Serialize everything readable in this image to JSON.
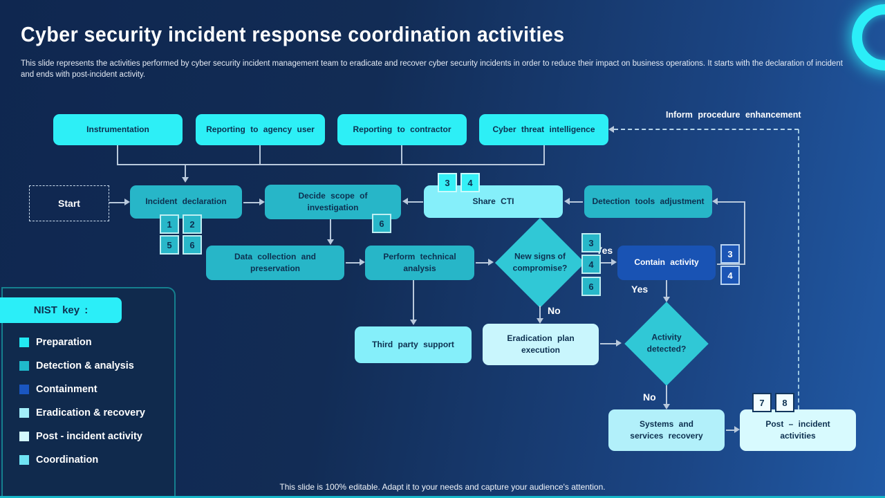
{
  "slide": {
    "title": "Cyber security incident response coordination activities",
    "description": "This slide represents the activities performed by cyber security incident management team to eradicate and recover cyber security incidents in order to reduce their impact on business operations. It starts with the declaration of incident and ends with post-incident activity.",
    "footer": "This slide is 100% editable. Adapt it to your needs and capture your audience's attention."
  },
  "top_row": {
    "instrumentation": "Instrumentation",
    "agency": "Reporting to agency user",
    "contractor": "Reporting to contractor",
    "cti": "Cyber threat intelligence"
  },
  "flow": {
    "start": "Start",
    "incident_declaration": "Incident declaration",
    "decide_scope": "Decide scope of investigation",
    "share_cti": "Share CTI",
    "detection_tools": "Detection tools adjustment",
    "data_collection": "Data collection and preservation",
    "technical_analysis": "Perform technical analysis",
    "new_signs": "New signs of compromise?",
    "contain_activity": "Contain activity",
    "third_party": "Third party support",
    "eradication": "Eradication plan execution",
    "activity_detected": "Activity detected?",
    "systems_recovery": "Systems and services recovery",
    "post_incident": "Post – incident activities"
  },
  "labels": {
    "yes": "Yes",
    "no": "No",
    "inform": "Inform procedure enhancement"
  },
  "badges": {
    "incident_declaration": [
      "1",
      "2",
      "5",
      "6"
    ],
    "decide_scope": [
      "6"
    ],
    "share_cti": [
      "3",
      "4"
    ],
    "new_signs": [
      "3",
      "4",
      "6"
    ],
    "contain_activity": [
      "3",
      "4"
    ],
    "post_incident": [
      "7",
      "8"
    ]
  },
  "legend": {
    "header": "NIST key :",
    "items": [
      {
        "label": "Preparation",
        "color": "#22e8f2"
      },
      {
        "label": "Detection & analysis",
        "color": "#1fb9cb"
      },
      {
        "label": "Containment",
        "color": "#1a56c0"
      },
      {
        "label": "Eradication & recovery",
        "color": "#a2eef9"
      },
      {
        "label": "Post - incident activity",
        "color": "#d4f8fd"
      },
      {
        "label": "Coordination",
        "color": "#6fe3f3"
      }
    ]
  },
  "colors": {
    "background_left": "#0f2750",
    "background_right": "#215aa6",
    "preparation": "#2deff6",
    "detection_analysis": "#27b6c8",
    "containment": "#1953b4",
    "eradication_recovery": "#c9f6fd",
    "post_incident_activity": "#d8fafe",
    "coordination": "#85effa",
    "diamond": "#30c8d6",
    "connector": "#b9c9dc",
    "ring_accent": "#2beef8"
  }
}
